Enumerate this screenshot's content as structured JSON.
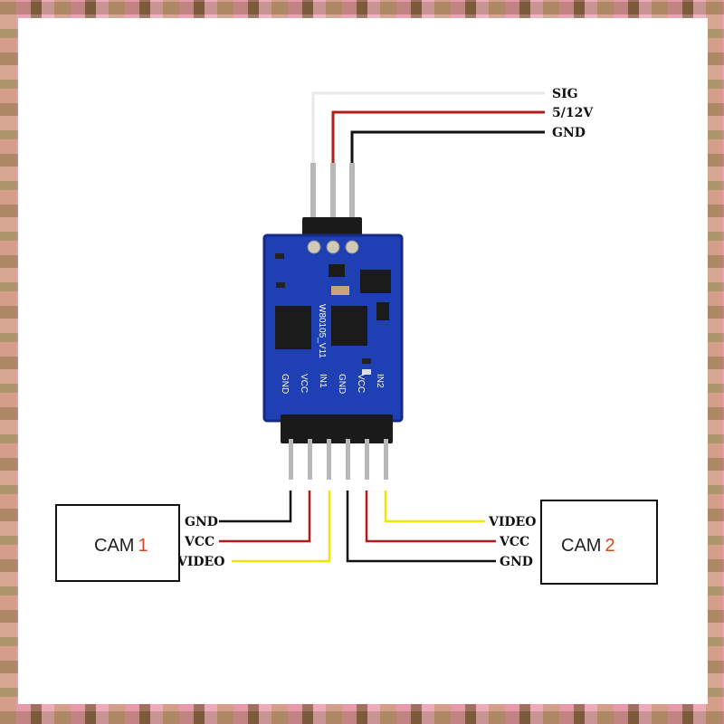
{
  "module": {
    "silk_label": "W80105_V11",
    "pin_labels": [
      "GND",
      "VCC",
      "IN1",
      "GND",
      "VCC",
      "IN2"
    ]
  },
  "top_connector": {
    "wires": [
      {
        "label": "SIG",
        "color": "#e9e9e9"
      },
      {
        "label": "5/12V",
        "color": "#b31b1b"
      },
      {
        "label": "GND",
        "color": "#111111"
      }
    ]
  },
  "cam1": {
    "name": "CAM",
    "number": "1",
    "wires": [
      {
        "label": "GND",
        "color": "#111111"
      },
      {
        "label": "VCC",
        "color": "#b31b1b"
      },
      {
        "label": "VIDEO",
        "color": "#f2e600"
      }
    ]
  },
  "cam2": {
    "name": "CAM",
    "number": "2",
    "wires": [
      {
        "label": "VIDEO",
        "color": "#f2e600"
      },
      {
        "label": "VCC",
        "color": "#b31b1b"
      },
      {
        "label": "GND",
        "color": "#111111"
      }
    ]
  },
  "colors": {
    "pcb": "#1f3fb4",
    "pcb_dark": "#142a86",
    "chip": "#1b1b1b",
    "header": "#1a1a1a",
    "pin_metal": "#b8b8b8"
  }
}
